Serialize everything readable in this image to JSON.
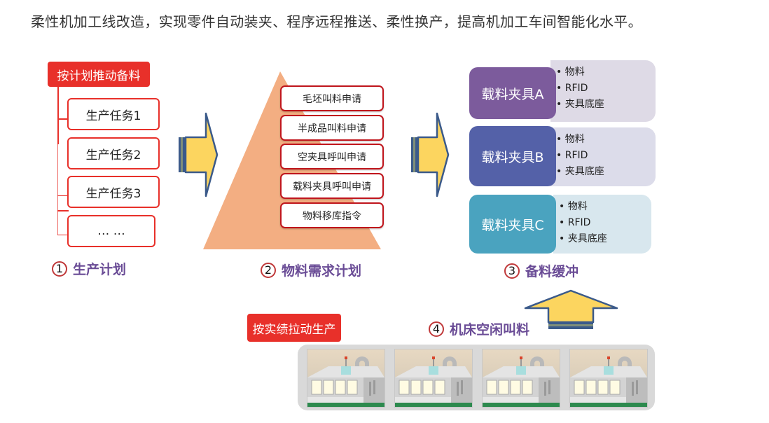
{
  "headline": "柔性机加工线改造，实现零件自动装夹、程序远程推送、柔性换产，提高机加工车间智能化水平。",
  "section1": {
    "tag": "按计划推动备料",
    "tasks": [
      "生产任务1",
      "生产任务2",
      "生产任务3",
      "… …"
    ],
    "caption_num": "1",
    "caption": "生产计划"
  },
  "section2": {
    "requests": [
      "毛坯叫料申请",
      "半成品叫料申请",
      "空夹具呼叫申请",
      "载料夹具呼叫申请",
      "物料移库指令"
    ],
    "caption_num": "2",
    "caption": "物料需求计划"
  },
  "section3": {
    "fixtures": [
      {
        "name": "载料夹具A",
        "items": [
          "物料",
          "RFID",
          "夹具底座"
        ],
        "color": "#7c5b9c",
        "detail_color": "#dedae6"
      },
      {
        "name": "载料夹具B",
        "items": [
          "物料",
          "RFID",
          "夹具底座"
        ],
        "color": "#5461a8",
        "detail_color": "#dcdcea"
      },
      {
        "name": "载料夹具C",
        "items": [
          "物料",
          "RFID",
          "夹具底座"
        ],
        "color": "#4aa3bf",
        "detail_color": "#d8e7ee"
      }
    ],
    "caption_num": "3",
    "caption": "备料缓冲"
  },
  "section4": {
    "tag": "按实绩拉动生产",
    "caption_num": "4",
    "caption": "机床空闲叫料",
    "machine_count": 4
  },
  "colors": {
    "accent_red": "#e8302a",
    "arrow_fill": "#fcd55f",
    "arrow_stroke": "#3b5a8a",
    "pyramid": "#f3ae82",
    "caption": "#6a4c96"
  }
}
